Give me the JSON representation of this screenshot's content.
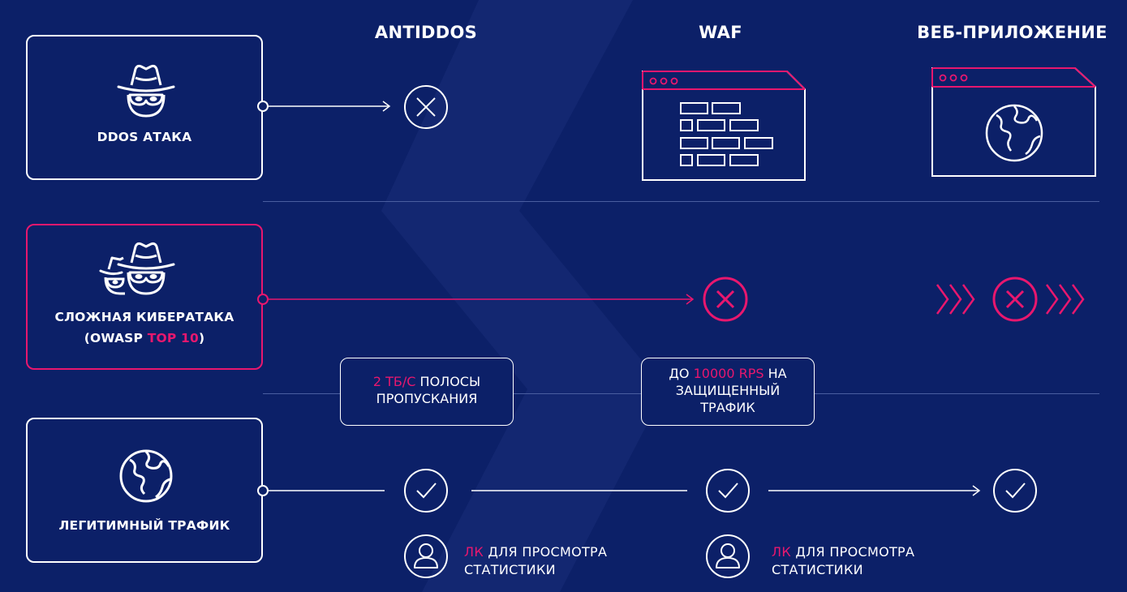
{
  "colors": {
    "background": "#0c2068",
    "accent": "#e8176e",
    "line": "#ffffff",
    "divider": "#4a5ea0"
  },
  "columns": {
    "antiddos": "ANTIDDOS",
    "waf": "WAF",
    "webapp": "ВЕБ-ПРИЛОЖЕНИЕ"
  },
  "sources": {
    "ddos": {
      "label": "DDOS АТАКА",
      "icon": "hacker-icon"
    },
    "complex": {
      "line1": "СЛОЖНАЯ КИБЕРАТАКА",
      "line2_prefix": "(OWASP ",
      "line2_accent": "TOP 10",
      "line2_suffix": ")",
      "icon": "hackers-group-icon"
    },
    "legit": {
      "label": "ЛЕГИТИМНЫЙ ТРАФИК",
      "icon": "globe-icon"
    }
  },
  "info": {
    "bandwidth": {
      "accent": "2 ТБ/С",
      "rest": " ПОЛОСЫ",
      "line2": "ПРОПУСКАНИЯ"
    },
    "rps": {
      "prefix": "ДО ",
      "accent": "10000 RPS",
      "suffix": " НА",
      "line2": "ЗАЩИЩЕННЫЙ",
      "line3": "ТРАФИК"
    }
  },
  "stats": [
    {
      "accent": "ЛК",
      "line1_rest": " ДЛЯ ПРОСМОТРА",
      "line2": "СТАТИСТИКИ",
      "icon": "user-icon"
    },
    {
      "accent": "ЛК",
      "line1_rest": " ДЛЯ ПРОСМОТРА",
      "line2": "СТАТИСТИКИ",
      "icon": "user-icon"
    }
  ],
  "status_icons": {
    "ddos_antiddos": "blocked-icon",
    "complex_waf": "blocked-icon",
    "complex_webapp": "blocked-icon",
    "legit_antiddos": "check-icon",
    "legit_waf": "check-icon",
    "legit_webapp": "check-icon"
  }
}
